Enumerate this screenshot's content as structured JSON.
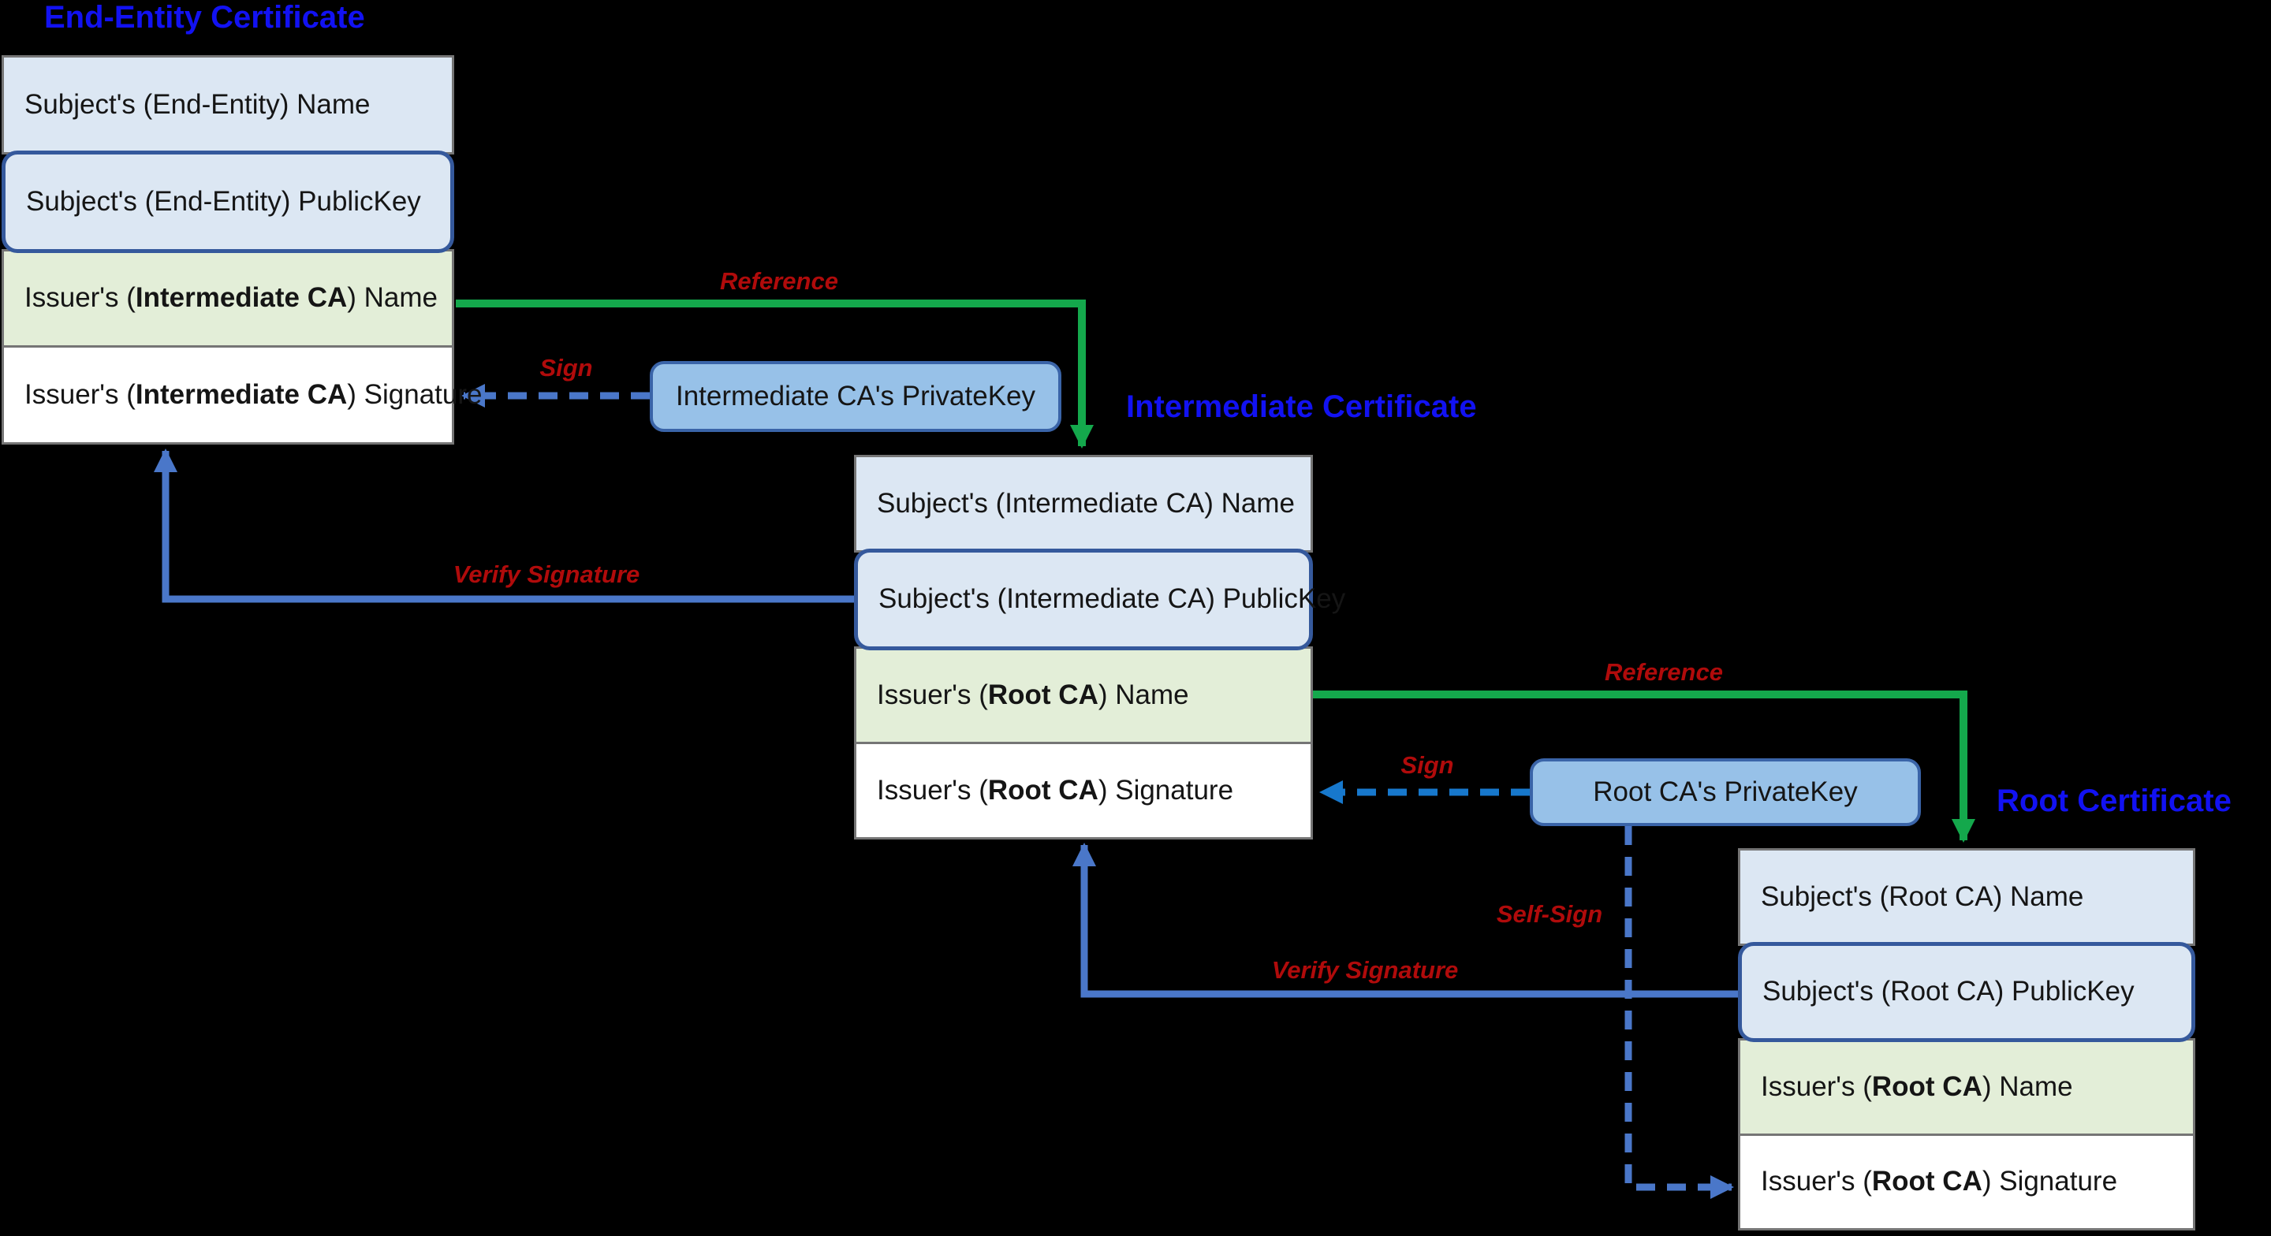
{
  "diagram": {
    "certificates": [
      {
        "title": "End-Entity Certificate",
        "rows": [
          {
            "prefix": "Subject's (End-Entity) Name",
            "bold": "",
            "suffix": ""
          },
          {
            "prefix": "Subject's (End-Entity) PublicKey",
            "bold": "",
            "suffix": ""
          },
          {
            "prefix": "Issuer's (",
            "bold": "Intermediate CA",
            "suffix": ") Name"
          },
          {
            "prefix": "Issuer's (",
            "bold": "Intermediate CA",
            "suffix": ") Signature"
          }
        ]
      },
      {
        "title": "Intermediate Certificate",
        "rows": [
          {
            "prefix": "Subject's (Intermediate CA) Name",
            "bold": "",
            "suffix": ""
          },
          {
            "prefix": "Subject's (Intermediate CA) PublicKey",
            "bold": "",
            "suffix": ""
          },
          {
            "prefix": "Issuer's (",
            "bold": "Root CA",
            "suffix": ") Name"
          },
          {
            "prefix": "Issuer's (",
            "bold": "Root CA",
            "suffix": ") Signature"
          }
        ]
      },
      {
        "title": "Root Certificate",
        "rows": [
          {
            "prefix": "Subject's (Root CA) Name",
            "bold": "",
            "suffix": ""
          },
          {
            "prefix": "Subject's (Root CA) PublicKey",
            "bold": "",
            "suffix": ""
          },
          {
            "prefix": "Issuer's (",
            "bold": "Root CA",
            "suffix": ") Name"
          },
          {
            "prefix": "Issuer's (",
            "bold": "Root CA",
            "suffix": ") Signature"
          }
        ]
      }
    ],
    "private_keys": [
      {
        "label": "Intermediate CA's PrivateKey"
      },
      {
        "label": "Root CA's PrivateKey"
      }
    ],
    "arrow_labels": {
      "reference": "Reference",
      "sign": "Sign",
      "verify_signature": "Verify Signature",
      "self_sign": "Self-Sign"
    }
  },
  "colors": {
    "title_blue": "#1212f2",
    "label_red": "#b00b0b",
    "arrow_green": "#14a84c",
    "arrow_blue": "#4a77c9",
    "arrow_blue_bright": "#1778cc",
    "row_blue_fill": "#dce7f3",
    "row_green_fill": "#e3eed8",
    "row_white_fill": "#ffffff",
    "privatekey_fill": "#97c1e8",
    "privatekey_border": "#3a64a8",
    "pubkey_border": "#35599c",
    "box_border_gray": "#757575"
  }
}
